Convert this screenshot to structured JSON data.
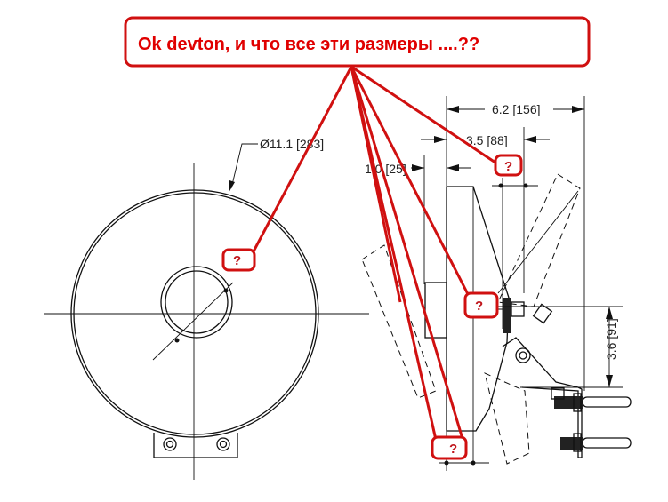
{
  "callout": {
    "text": "Ok devton, и что все эти размеры ....??",
    "color": "#e00000"
  },
  "dimensions": {
    "diameter": "Ø11.1 [283]",
    "overall_depth": "6.2 [156]",
    "mid_depth": "3.5 [88]",
    "plate_offset": "1.0 [25]",
    "mount_height": "3.6 [91]"
  },
  "question_marks": [
    "?",
    "?",
    "?",
    "?"
  ]
}
